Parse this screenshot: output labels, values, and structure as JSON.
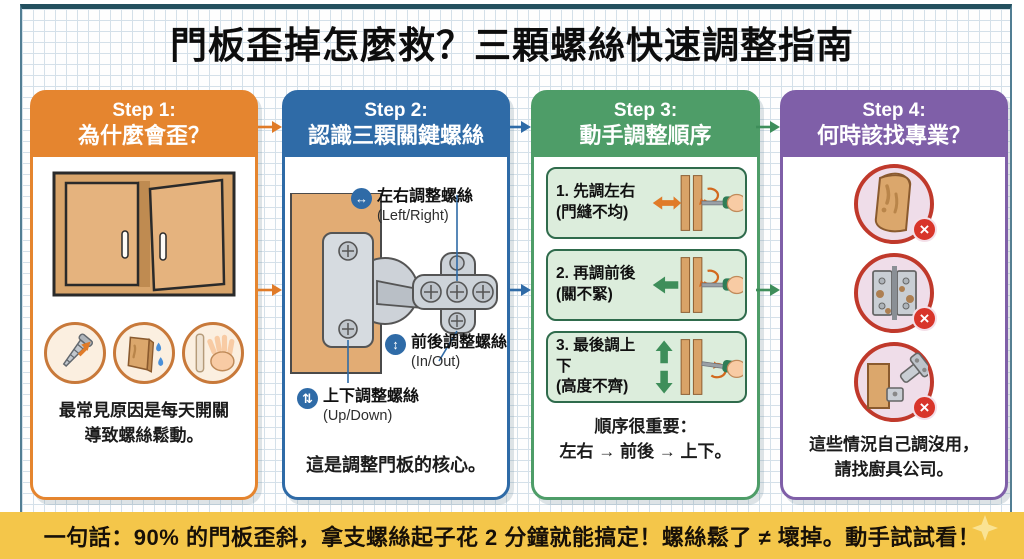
{
  "page_title": "門板歪掉怎麼救？三顆螺絲快速調整指南",
  "footer": {
    "text": "一句話：90% 的門板歪斜，拿支螺絲起子花 2 分鐘就能搞定！螺絲鬆了 ≠ 壞掉。動手試試看！"
  },
  "colors": {
    "step1_orange": "#E5852F",
    "step2_blue": "#2F6BA7",
    "step3_green": "#4E9D68",
    "step4_purple": "#7F5FA8",
    "footer_yellow": "#F4C64A",
    "alert_red": "#D8352A",
    "wood_tan": "#DBA76C"
  },
  "icons": {
    "left_right": "↔",
    "in_out": "↕",
    "up_down": "⇅",
    "x_mark": "×"
  },
  "steps": [
    {
      "header_line1": "Step 1:",
      "header_line2": "為什麼會歪？",
      "caption_line1": "最常見原因是每天開關",
      "caption_line2": "導致螺絲鬆動。"
    },
    {
      "header_line1": "Step 2:",
      "header_line2": "認識三顆關鍵螺絲",
      "labels": [
        {
          "name": "左右調整螺絲",
          "en": "(Left/Right)"
        },
        {
          "name": "前後調整螺絲",
          "en": "(In/Out)"
        },
        {
          "name": "上下調整螺絲",
          "en": "(Up/Down)"
        }
      ],
      "caption": "這是調整門板的核心。"
    },
    {
      "header_line1": "Step 3:",
      "header_line2": "動手調整順序",
      "items": [
        {
          "line1": "1. 先調左右",
          "line2": "(門縫不均)"
        },
        {
          "line1": "2. 再調前後",
          "line2": "(關不緊)"
        },
        {
          "line1": "3. 最後調上下",
          "line2": "(高度不齊)"
        }
      ],
      "caption_line1": "順序很重要：",
      "caption_line2": "左右 → 前後 → 上下。"
    },
    {
      "header_line1": "Step 4:",
      "header_line2": "何時該找專業？",
      "caption_line1": "這些情況自己調沒用，",
      "caption_line2": "請找廚具公司。"
    }
  ]
}
